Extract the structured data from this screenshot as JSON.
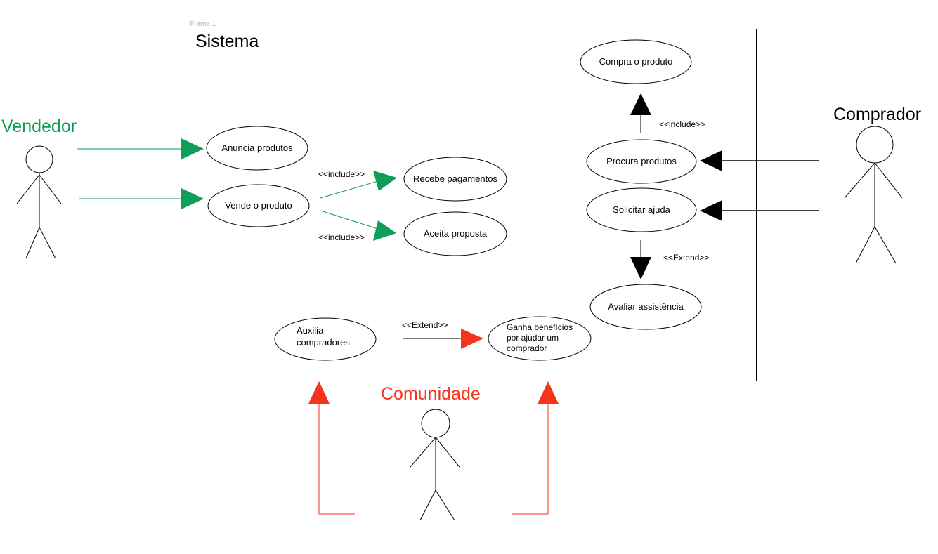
{
  "frame_label": "Frame 1",
  "system": {
    "title": "Sistema"
  },
  "actors": {
    "vendedor": {
      "label": "Vendedor",
      "color": "#0f9d58"
    },
    "comprador": {
      "label": "Comprador",
      "color": "#000000"
    },
    "comunidade": {
      "label": "Comunidade",
      "color": "#f4341c"
    }
  },
  "use_cases": {
    "anuncia": "Anuncia produtos",
    "vende": "Vende o produto",
    "recebe": "Recebe pagamentos",
    "aceita": "Aceita proposta",
    "compra": "Compra o produto",
    "procura": "Procura produtos",
    "solicitar": "Solicitar ajuda",
    "avaliar": "Avaliar assistência",
    "auxilia_l1": "Auxilia",
    "auxilia_l2": "compradores",
    "ganha_l1": "Ganha benefícios",
    "ganha_l2": "por ajudar um",
    "ganha_l3": "comprador"
  },
  "stereotypes": {
    "include_recebe": "<<include>>",
    "include_aceita": "<<include>>",
    "include_compra": "<<include>>",
    "extend_avaliar": "<<Extend>>",
    "extend_ganha": "<<Extend>>"
  },
  "colors": {
    "green": "#0f9d58",
    "red": "#f4341c",
    "black": "#000000",
    "frame_label": "#b3b3b3"
  }
}
